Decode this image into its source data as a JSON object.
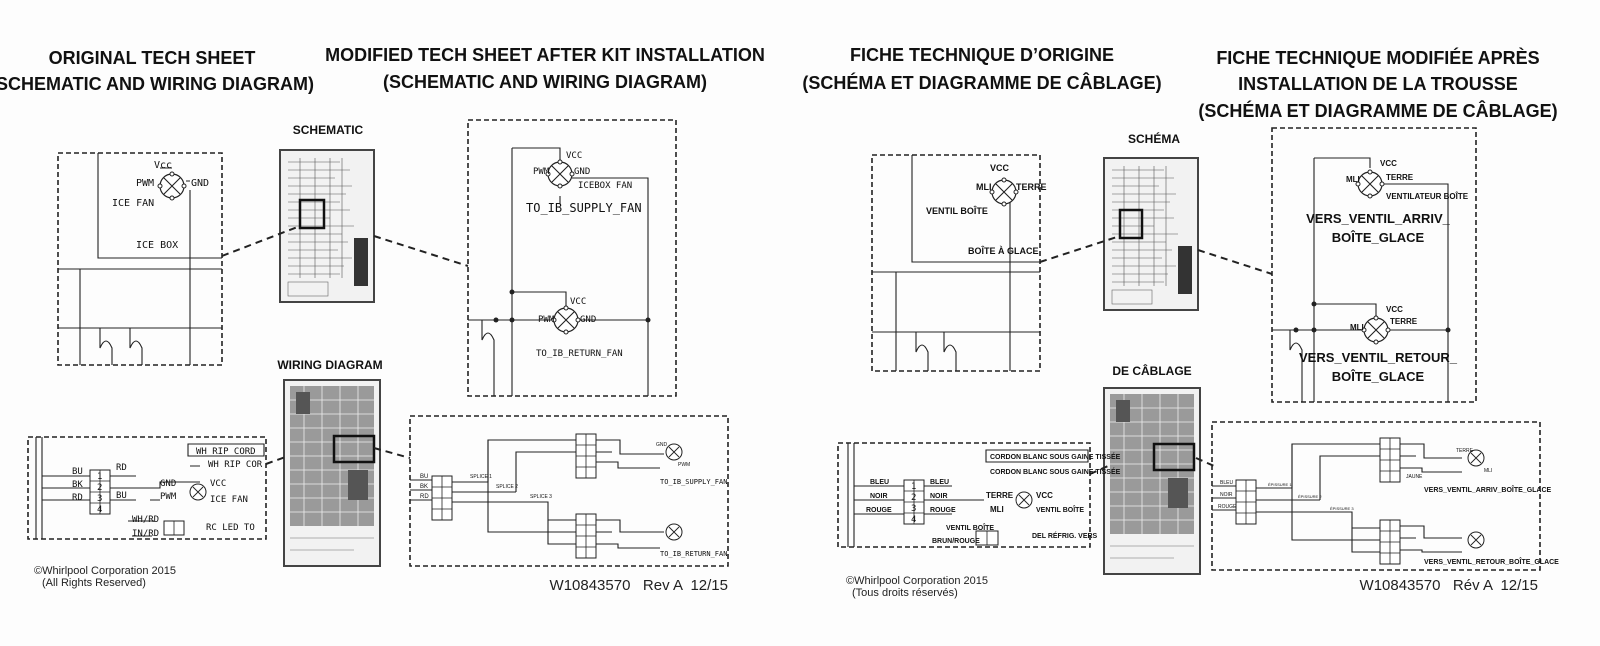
{
  "english": {
    "title_original_1": "ORIGINAL TECH SHEET",
    "title_original_2": "(SCHEMATIC AND WIRING DIAGRAM)",
    "title_modified_1": "MODIFIED TECH SHEET AFTER KIT INSTALLATION",
    "title_modified_2": "(SCHEMATIC AND WIRING DIAGRAM)",
    "schematic_label": "SCHEMATIC",
    "wiring_label": "WIRING DIAGRAM",
    "orig_schematic": {
      "vcc": "Vcc",
      "pwm": "PWM",
      "gnd": "GND",
      "fan": "ICE FAN",
      "box": "ICE BOX"
    },
    "mod_schematic": {
      "vcc": "VCC",
      "pwm": "PWM",
      "gnd": "GND",
      "fan": "ICEBOX FAN",
      "supply": "TO_IB_SUPPLY_FAN",
      "vcc2": "VCC",
      "pwm2": "PWM",
      "gnd2": "GND",
      "return": "TO_IB_RETURN_FAN"
    },
    "orig_wiring": {
      "cord1": "WH RIP CORD",
      "cord2": "WH RIP COR",
      "c_bu": "BU",
      "c_bk": "BK",
      "c_rd": "RD",
      "p1": "1",
      "p2": "2",
      "p3": "3",
      "p4": "4",
      "r_rd": "RD",
      "r_bu": "BU",
      "gnd": "GND",
      "vcc": "VCC",
      "pwm": "PWM",
      "fan": "ICE FAN",
      "whrd": "WH/RD",
      "inrd": "IN/RD",
      "led": "RC LED TO"
    },
    "mod_wiring": {
      "bu": "BU",
      "bk": "BK",
      "rd": "RD",
      "s1": "SPLICE 1",
      "s2": "SPLICE 2",
      "s3": "SPLICE 3",
      "supply": "TO_IB_SUPPLY_FAN",
      "return": "TO_IB_RETURN_FAN",
      "gnd": "GND",
      "pwm": "PWM"
    },
    "copyright_1": "©Whirlpool Corporation 2015",
    "copyright_2": "(All Rights Reserved)",
    "doc_number": "W10843570   Rev A  12/15"
  },
  "french": {
    "title_original_1": "FICHE TECHNIQUE D’ORIGINE",
    "title_original_2": "(SCHÉMA ET DIAGRAMME DE CÂBLAGE)",
    "title_modified_1": "FICHE TECHNIQUE MODIFIÉE APRÈS",
    "title_modified_2": "INSTALLATION DE LA TROUSSE",
    "title_modified_3": "(SCHÉMA ET DIAGRAMME DE CÂBLAGE)",
    "schematic_label": "SCHÉMA",
    "wiring_label": "DE CÂBLAGE",
    "orig_schematic": {
      "vcc": "VCC",
      "pwm": "MLI",
      "gnd": "TERRE",
      "fan": "VENTIL BOÎTE",
      "box": "BOÎTE À GLACE"
    },
    "mod_schematic": {
      "vcc": "VCC",
      "pwm": "MLI",
      "gnd": "TERRE",
      "fan": "VENTILATEUR BOÎTE",
      "supply_1": "VERS_VENTIL_ARRIV_",
      "supply_2": "BOÎTE_GLACE",
      "vcc2": "VCC",
      "pwm2": "MLI",
      "gnd2": "TERRE",
      "return_1": "VERS_VENTIL_RETOUR_",
      "return_2": "BOÎTE_GLACE"
    },
    "orig_wiring": {
      "cord1": "CORDON BLANC SOUS GAINE TISSÉE",
      "cord2": "CORDON BLANC SOUS GAINE TISSÉE",
      "c_bleu": "BLEU",
      "c_noir": "NOIR",
      "c_rouge": "ROUGE",
      "p1": "1",
      "p2": "2",
      "p3": "3",
      "p4": "4",
      "r_bleu": "BLEU",
      "r_noir": "NOIR",
      "r_rouge": "ROUGE",
      "gnd": "TERRE",
      "vcc": "VCC",
      "pwm": "MLI",
      "fan": "VENTIL BOÎTE",
      "fan2": "VENTIL BOÎTE",
      "brun": "BRUN/ROUGE",
      "led": "DEL RÉFRIG. VERS"
    },
    "mod_wiring": {
      "bleu": "BLEU",
      "noir": "NOIR",
      "rouge": "ROUGE",
      "e1": "ÉPISSURE 1",
      "e2": "ÉPISSURE 2",
      "e3": "ÉPISSURE 3",
      "jaune": "JAUNE",
      "supply": "VERS_VENTIL_ARRIV_BOÎTE_GLACE",
      "return": "VERS_VENTIL_RETOUR_BOÎTE_GLACE",
      "terre": "TERRE",
      "mli": "MLI"
    },
    "copyright_1": "©Whirlpool Corporation 2015",
    "copyright_2": "(Tous droits réservés)",
    "doc_number": "W10843570   Rév A  12/15"
  }
}
